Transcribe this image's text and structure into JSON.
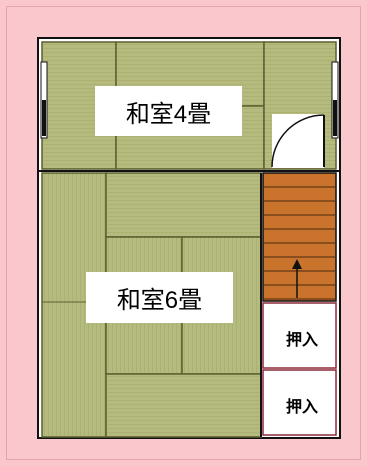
{
  "colors": {
    "background": "#f9c7cc",
    "tatami": "#b5bb7e",
    "tatami_stripe": "#a9ae70",
    "tatami_edge": "#5d5f31",
    "stairs": "#c9732d",
    "stairs_line": "#4a2a10",
    "closet_border": "#8b2a38",
    "wall": "#111111",
    "window": "#ffffff"
  },
  "rooms": {
    "washitsu_4": {
      "label": "和室4畳"
    },
    "washitsu_6": {
      "label": "和室6畳"
    },
    "closet_1": {
      "label": "押入"
    },
    "closet_2": {
      "label": "押入"
    }
  },
  "icons": {
    "door": "door-swing-icon",
    "stairs_arrow": "arrow-up-icon",
    "windows": "window-icon"
  }
}
